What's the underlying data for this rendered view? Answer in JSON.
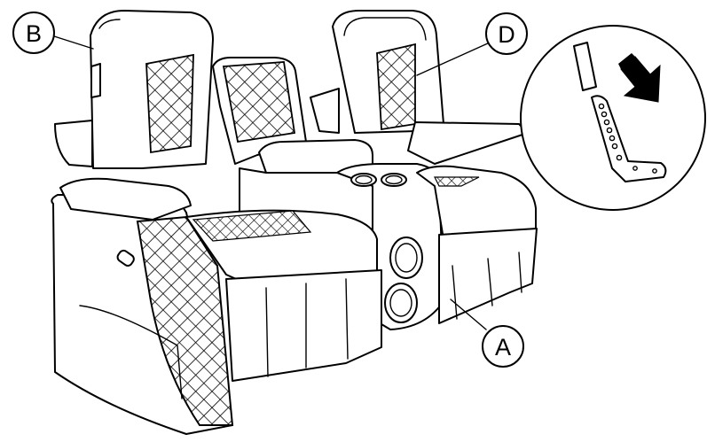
{
  "callouts": {
    "A": "A",
    "B": "B",
    "D": "D"
  },
  "icons": {
    "arrow": "down-right-arrow-icon"
  },
  "colors": {
    "line": "#000000",
    "background": "#ffffff"
  }
}
